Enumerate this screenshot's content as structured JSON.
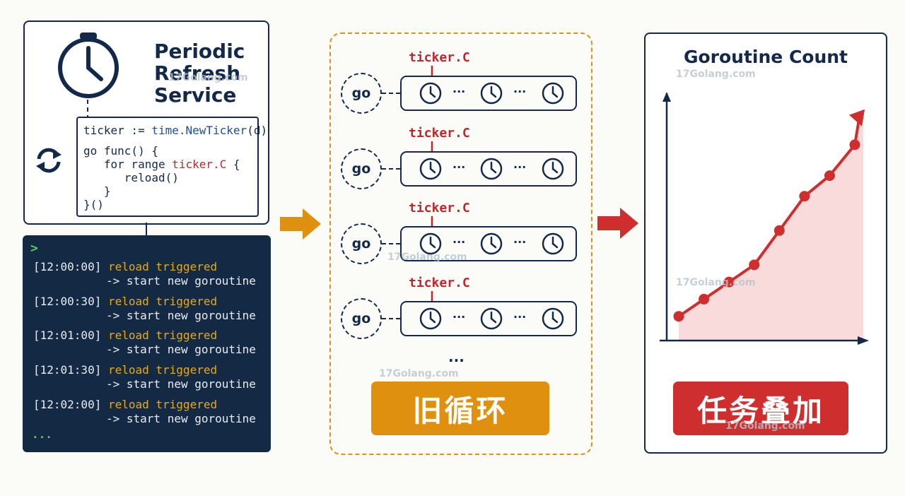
{
  "service": {
    "title_lines": [
      "Periodic",
      "Refresh",
      "Service"
    ],
    "code": {
      "line1": {
        "a": "ticker := ",
        "b": "time.NewTicker",
        "c": "(d)"
      },
      "line2": "go func() {",
      "line3": {
        "a": "   for range ",
        "b": "ticker.C",
        "c": " {"
      },
      "line4": "      reload()",
      "line5": "   }",
      "line6": "}()"
    },
    "icons": {
      "clock": "clock-icon",
      "refresh": "refresh-cycle-icon"
    }
  },
  "terminal": {
    "prompt": ">",
    "entries": [
      {
        "time": "[12:00:00]",
        "event": "reload triggered",
        "action": "-> start new goroutine"
      },
      {
        "time": "[12:00:30]",
        "event": "reload triggered",
        "action": "-> start new goroutine"
      },
      {
        "time": "[12:01:00]",
        "event": "reload triggered",
        "action": "-> start new goroutine"
      },
      {
        "time": "[12:01:30]",
        "event": "reload triggered",
        "action": "-> start new goroutine"
      },
      {
        "time": "[12:02:00]",
        "event": "reload triggered",
        "action": "-> start new goroutine"
      }
    ],
    "ellipsis": "...",
    "colors": {
      "bg": "#142a44",
      "highlight": "#e8a917"
    }
  },
  "loops": {
    "rows": [
      {
        "go": "go",
        "ticker": "ticker.C",
        "sep1": "···",
        "sep2": "···"
      },
      {
        "go": "go",
        "ticker": "ticker.C",
        "sep1": "···",
        "sep2": "···"
      },
      {
        "go": "go",
        "ticker": "ticker.C",
        "sep1": "···",
        "sep2": "···"
      },
      {
        "go": "go",
        "ticker": "ticker.C",
        "sep1": "···",
        "sep2": "···"
      }
    ],
    "more": "···",
    "badge": "旧循环",
    "badge_color": "#e0900f"
  },
  "chart": {
    "title": "Goroutine Count",
    "badge": "任务叠加",
    "badge_color": "#cf2e2e",
    "line_color": "#cf2e2e"
  },
  "chart_data": {
    "type": "area",
    "title": "Goroutine Count",
    "xlabel": "",
    "ylabel": "",
    "x": [
      1,
      2,
      3,
      4,
      5,
      6,
      7,
      8
    ],
    "values": [
      1,
      2,
      3,
      4,
      6,
      8,
      9.2,
      11
    ],
    "ylim": [
      0,
      14
    ],
    "grid": false,
    "legend": "none",
    "arrow_end": true
  },
  "watermark": "17Golang.com",
  "arrows": {
    "orange": "#e0900f",
    "red": "#cf2e2e"
  }
}
